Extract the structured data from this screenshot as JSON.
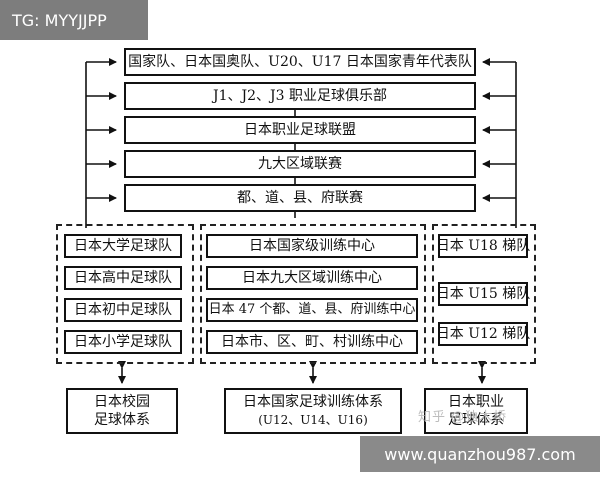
{
  "watermark_tag": "TG: MYYJJPP",
  "watermark_site": "www.quanzhou987.com",
  "watermark_zhihu": "知乎 @独木桥",
  "top_boxes": [
    "国家队、日本国奥队、U20、U17 日本国家青年代表队",
    "J1、J2、J3 职业足球俱乐部",
    "日本职业足球联盟",
    "九大区域联赛",
    "都、道、县、府联赛"
  ],
  "left_group": [
    "日本大学足球队",
    "日本高中足球队",
    "日本初中足球队",
    "日本小学足球队"
  ],
  "middle_group": [
    "日本国家级训练中心",
    "日本九大区域训练中心",
    "日本 47 个都、道、县、府训练中心",
    "日本市、区、町、村训练中心"
  ],
  "right_group": [
    "日本 U18 梯队",
    "日本 U15 梯队",
    "日本 U12 梯队"
  ],
  "bottom": {
    "left_line1": "日本校园",
    "left_line2": "足球体系",
    "middle_line1": "日本国家足球训练体系",
    "middle_line2": "(U12、U14、U16)",
    "right_line1": "日本职业",
    "right_line2": "足球体系"
  }
}
